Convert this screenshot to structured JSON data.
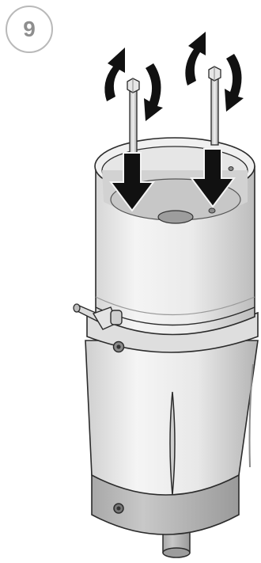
{
  "step": {
    "number": "9"
  },
  "illustration": {
    "subject": "cylindrical-assembly",
    "colors": {
      "body_light": "#f2f2f2",
      "body_mid": "#d9d9d9",
      "body_dark": "#9a9a9a",
      "base_band": "#b5b5b5",
      "outline": "#2b2b2b",
      "arrow_fill": "#111111",
      "badge_border": "#b9b9b9",
      "badge_text": "#8e8e8e"
    },
    "icons": [
      "rotate-arrow-icon",
      "down-arrow-icon",
      "threaded-rod",
      "elbow-fitting"
    ]
  }
}
